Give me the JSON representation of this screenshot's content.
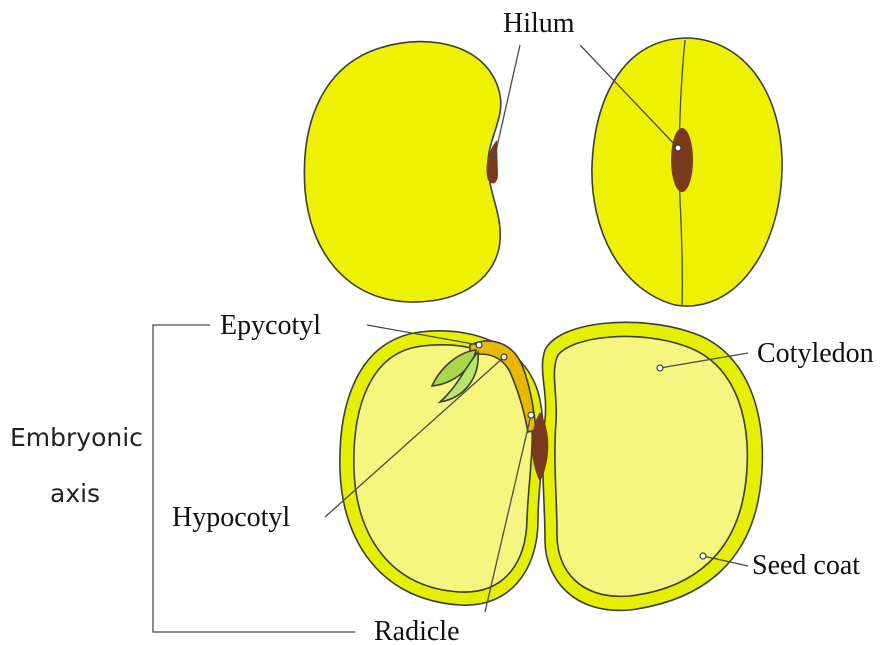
{
  "labels": {
    "hilum": "Hilum",
    "epycotyl": "Epycotyl",
    "hypocotyl": "Hypocotyl",
    "radicle": "Radicle",
    "cotyledon": "Cotyledon",
    "seed_coat": "Seed coat",
    "embryonic_axis_line1": "Embryonic",
    "embryonic_axis_line2": "axis"
  },
  "colors": {
    "seed_coat": "#e5ef00",
    "seed_fill": "#eaf25a",
    "cotyledon_fill": "#f6f580",
    "hilum": "#7a3a1e",
    "embryo_axis": "#e8b800",
    "leaves": "#a8d84a"
  }
}
